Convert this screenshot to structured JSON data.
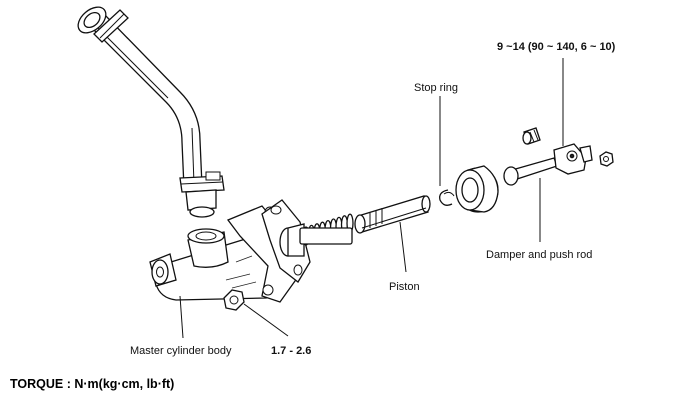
{
  "labels": {
    "torque_top": "9 ~14 (90 ~ 140, 6 ~ 10)",
    "stop_ring": "Stop ring",
    "damper_push_rod": "Damper and push rod",
    "piston": "Piston",
    "master_cylinder_body": "Master cylinder body",
    "torque_nut": "1.7 - 2.6"
  },
  "footer": {
    "torque_units": "TORQUE : N·m(kg·cm, lb·ft)"
  }
}
